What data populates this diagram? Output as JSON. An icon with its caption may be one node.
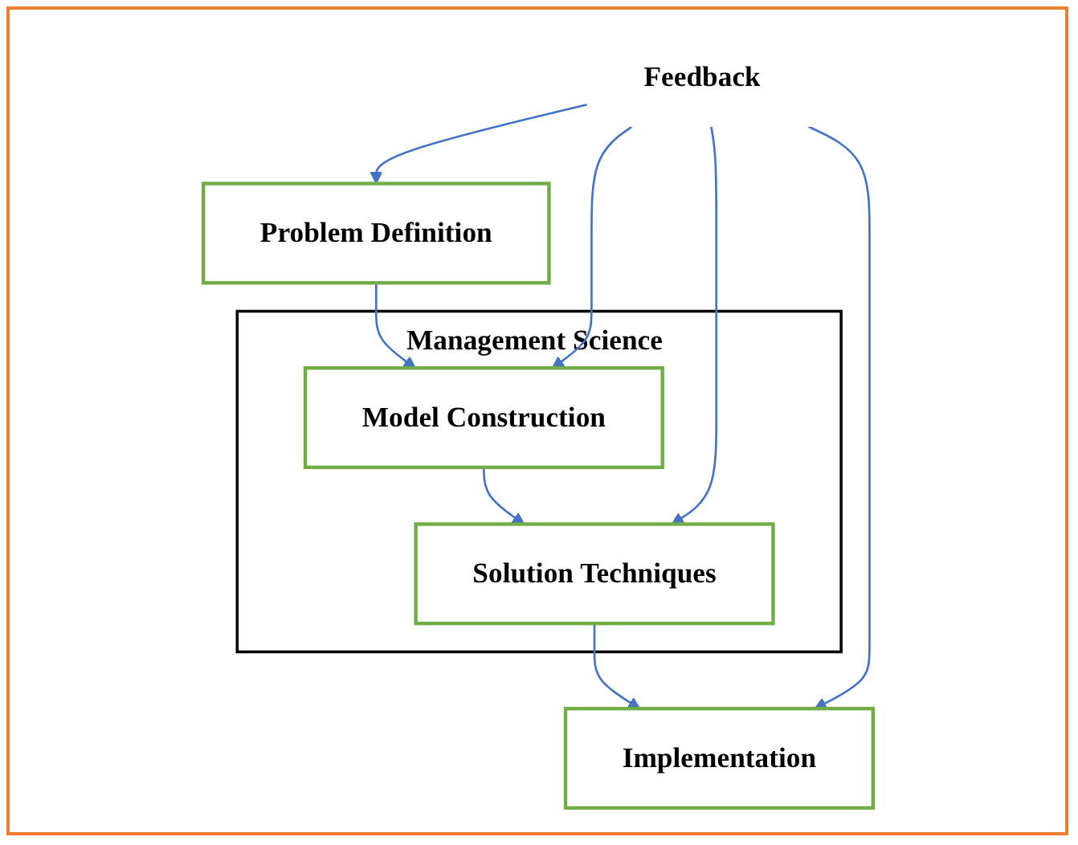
{
  "diagram": {
    "nodes": [
      {
        "text": [
          "Problem Definition"
        ]
      },
      {
        "text": [
          "Management Science"
        ]
      },
      {
        "text": [
          "Model Construction"
        ],
        "in": 1
      },
      {
        "text": [
          "Solution Techniques"
        ],
        "in": 1
      },
      {
        "text": [
          "Implementation"
        ]
      },
      {
        "text": [
          "Feedback"
        ]
      }
    ],
    "edges": [
      {
        "from": 0,
        "to": 2,
        "arrow": "to"
      },
      {
        "from": 2,
        "to": 3,
        "arrow": "to"
      },
      {
        "from": 3,
        "to": 4,
        "arrow": "to"
      },
      {
        "from": 5,
        "to": 0,
        "arrow": "to"
      },
      {
        "from": 5,
        "to": 2,
        "arrow": "to"
      },
      {
        "from": 5,
        "to": 3,
        "arrow": "to"
      },
      {
        "from": 5,
        "to": 4,
        "arrow": "to"
      }
    ]
  }
}
